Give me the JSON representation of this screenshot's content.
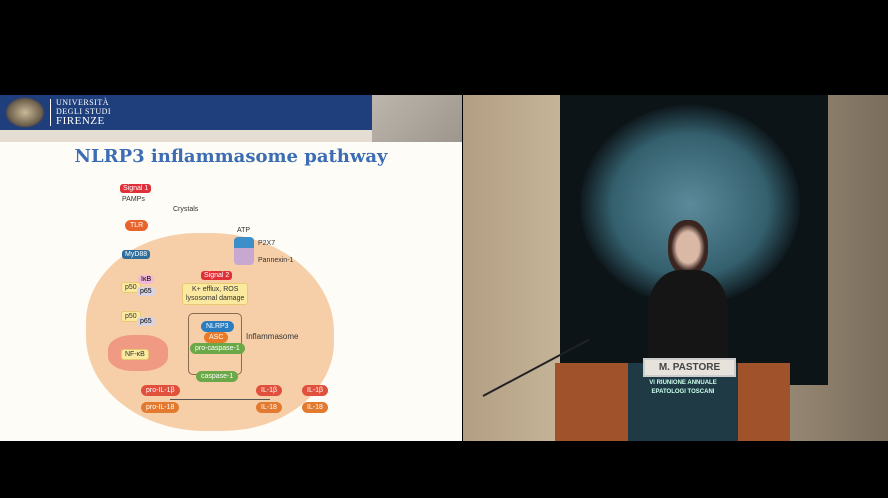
{
  "slide": {
    "university": [
      "UNIVERSITÀ",
      "DEGLI STUDI",
      "FIRENZE"
    ],
    "title": "NLRP3 inflammasome pathway",
    "diagram": {
      "signal1": "Signal 1",
      "pamps": "PAMPs",
      "tlr": "TLR",
      "myd88": "MyD88",
      "crystals": "Crystals",
      "atp": "ATP",
      "p2x7": "P2X7",
      "pannexin": "Pannexin-1",
      "signal2": "Signal 2",
      "efflux": "K+ efflux, ROS",
      "lysosomal": "lysosomal damage",
      "ikb": "IκB",
      "p50": "p50",
      "p65": "p65",
      "nfkb": "NF-κB",
      "nlrp3": "NLRP3",
      "asc": "ASC",
      "procasp": "pro-caspase-1",
      "inflammasome": "Inflammasome",
      "caspase": "caspase-1",
      "proil1b": "pro-IL-1β",
      "proil18": "pro-IL-18",
      "il1b": "IL-1β",
      "il18": "IL-18"
    }
  },
  "video": {
    "nameplate": "M. PASTORE",
    "podium_line1": "VI RIUNIONE ANNUALE",
    "podium_line2": "EPATOLOGI TOSCANI"
  }
}
